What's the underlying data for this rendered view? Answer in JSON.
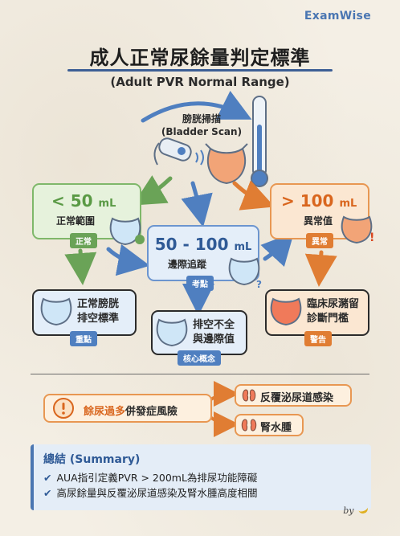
{
  "brand": "ExamWise",
  "title": "成人正常尿餘量判定標準",
  "subtitle": "(Adult PVR Normal Range)",
  "scan": {
    "label_zh": "膀胱掃描",
    "label_en": "(Bladder Scan)"
  },
  "nodes": {
    "low": {
      "value": "< 50",
      "unit": "mL",
      "label": "正常範圍",
      "tag": "正常"
    },
    "mid": {
      "value": "50 - 100",
      "unit": "mL",
      "label": "邊際追蹤",
      "tag": "考點"
    },
    "high": {
      "value": "> 100",
      "unit": "mL",
      "label": "異常值",
      "tag": "異常"
    }
  },
  "outcomes": {
    "normal": {
      "line1": "正常膀胱",
      "line2": "排空標準",
      "tag": "重點"
    },
    "incomplete": {
      "line1": "排空不全",
      "line2": "與邊際值",
      "tag": "核心概念"
    },
    "clinical": {
      "line1": "臨床尿瀦留",
      "line2": "診斷門檻",
      "tag": "警告"
    }
  },
  "risk": {
    "icon": "exclamation-icon",
    "text_highlight": "餘尿過多",
    "text_rest": "併發症風險",
    "complications": [
      "反覆泌尿道感染",
      "腎水腫"
    ]
  },
  "summary": {
    "heading": "總結 (Summary)",
    "items": [
      "AUA指引定義PVR > 200mL為排尿功能障礙",
      "高尿餘量與反覆泌尿道感染及腎水腫高度相關"
    ]
  },
  "byline": "by",
  "colors": {
    "green": "#7fb86a",
    "blue": "#6c95cf",
    "orange": "#e89752",
    "navy": "#2f5a96",
    "tag_green": "#6aa357",
    "tag_blue": "#4f7fc0",
    "tag_orange": "#e07d33"
  }
}
